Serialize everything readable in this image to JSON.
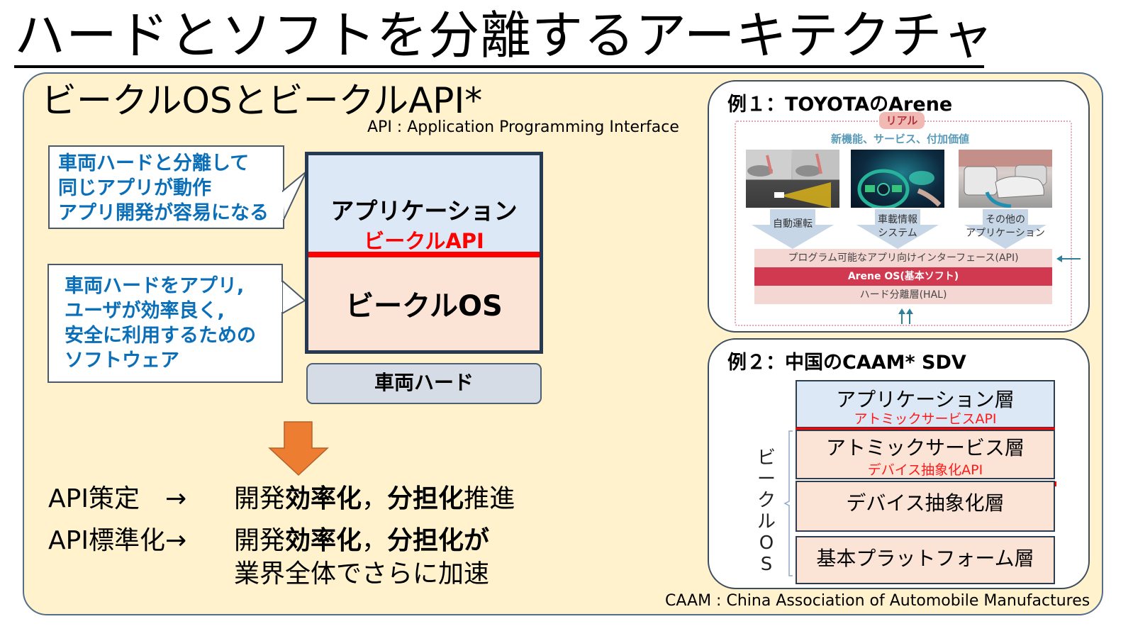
{
  "slide": {
    "title": "ハードとソフトを分離するアーキテクチャ",
    "subtitle": "ビークルOSとビークルAPI*",
    "api_footnote": "API : Application Programming Interface"
  },
  "callouts": [
    {
      "lines": [
        "車両ハードと分離して",
        "同じアプリが動作",
        "アプリ開発が容易になる"
      ]
    },
    {
      "lines": [
        "車両ハードをアプリ,",
        "ユーザが効率良く,",
        "安全に利用するための",
        "ソフトウェア"
      ]
    }
  ],
  "stack": {
    "application": "アプリケーション",
    "api": "ビークルAPI",
    "os": "ビークルOS",
    "hardware": "車両ハード"
  },
  "results": [
    {
      "left": "API策定　→",
      "right_parts": [
        {
          "text": "開発",
          "bold": false
        },
        {
          "text": "効率化",
          "bold": true
        },
        {
          "text": "，",
          "bold": false
        },
        {
          "text": "分担化",
          "bold": true
        },
        {
          "text": "推進",
          "bold": false
        }
      ]
    },
    {
      "left": "API標準化→",
      "right_parts": [
        {
          "text": "開発",
          "bold": false
        },
        {
          "text": "効率化",
          "bold": true
        },
        {
          "text": "，",
          "bold": false
        },
        {
          "text": "分担化が",
          "bold": true
        }
      ],
      "continuation": "業界全体でさらに加速"
    }
  ],
  "example1": {
    "title": "例１：TOYOTAのArene",
    "badge": "リアル",
    "subheading": "新機能、サービス、付加価値",
    "apps": [
      {
        "label_lines": [
          "自動運転"
        ]
      },
      {
        "label_lines": [
          "車載情報",
          "システム"
        ]
      },
      {
        "label_lines": [
          "その他の",
          "アプリケーション"
        ]
      }
    ],
    "layers": {
      "api": "プログラム可能なアプリ向けインターフェース(API)",
      "os": "Arene OS(基本ソフト)",
      "hal": "ハード分離層(HAL)"
    }
  },
  "example2": {
    "title": "例２：中国のCAAM* SDV",
    "vertical_label": [
      "ビ",
      "ー",
      "ク",
      "ル",
      "O",
      "S"
    ],
    "layers": [
      {
        "name": "アプリケーション層",
        "api": "アトミックサービスAPI"
      },
      {
        "name": "アトミックサービス層",
        "api": "デバイス抽象化API"
      },
      {
        "name": "デバイス抽象化層",
        "api": ""
      },
      {
        "name": "基本プラットフォーム層",
        "api": ""
      }
    ],
    "footnote": "CAAM : China Association of Automobile Manufactures"
  },
  "colors": {
    "panel_bg": "#fff2cc",
    "app_layer": "#dce8f5",
    "os_layer": "#fbe4d6",
    "api_red": "#ff0000",
    "callout_text": "#0a6fb8",
    "arrow_orange": "#ed7d31",
    "arene_os": "#d0394f"
  }
}
